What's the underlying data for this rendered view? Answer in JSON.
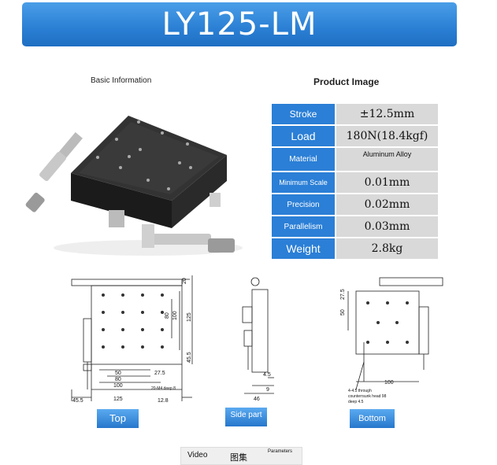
{
  "title": "LY125-LM",
  "labels": {
    "basic": "Basic Information",
    "product": "Product Image"
  },
  "specs": [
    {
      "key": "Stroke",
      "value": "±12.5mm"
    },
    {
      "key": "Load",
      "value": "180N(18.4kgf)"
    },
    {
      "key": "Material",
      "value": "Aluminum Alloy"
    },
    {
      "key": "Minimum Scale",
      "value": "0.01mm"
    },
    {
      "key": "Precision",
      "value": "0.02mm"
    },
    {
      "key": "Parallelism",
      "value": "0.03mm"
    },
    {
      "key": "Weight",
      "value": "2.8kg"
    }
  ],
  "dims_top": {
    "right": [
      "20",
      "80",
      "100",
      "125",
      "45.5"
    ],
    "inner_bottom": [
      "50",
      "27.5",
      "80",
      "100",
      "125"
    ],
    "outer_bottom": [
      "45.5",
      "12.8"
    ],
    "note": "20-M4 deep 8"
  },
  "dims_side": [
    "4.5",
    "9",
    "46"
  ],
  "dims_bottom": [
    "27.5",
    "50",
    "100"
  ],
  "bottom_note": [
    "4-4.5 through",
    "counterrsunk head 98",
    "deep 4.5"
  ],
  "tabs": {
    "top": "Top",
    "side": "Side part",
    "bottom": "Bottom"
  },
  "bottom_nav": {
    "video": "Video",
    "images": "图集",
    "parameters": "Parameters"
  }
}
